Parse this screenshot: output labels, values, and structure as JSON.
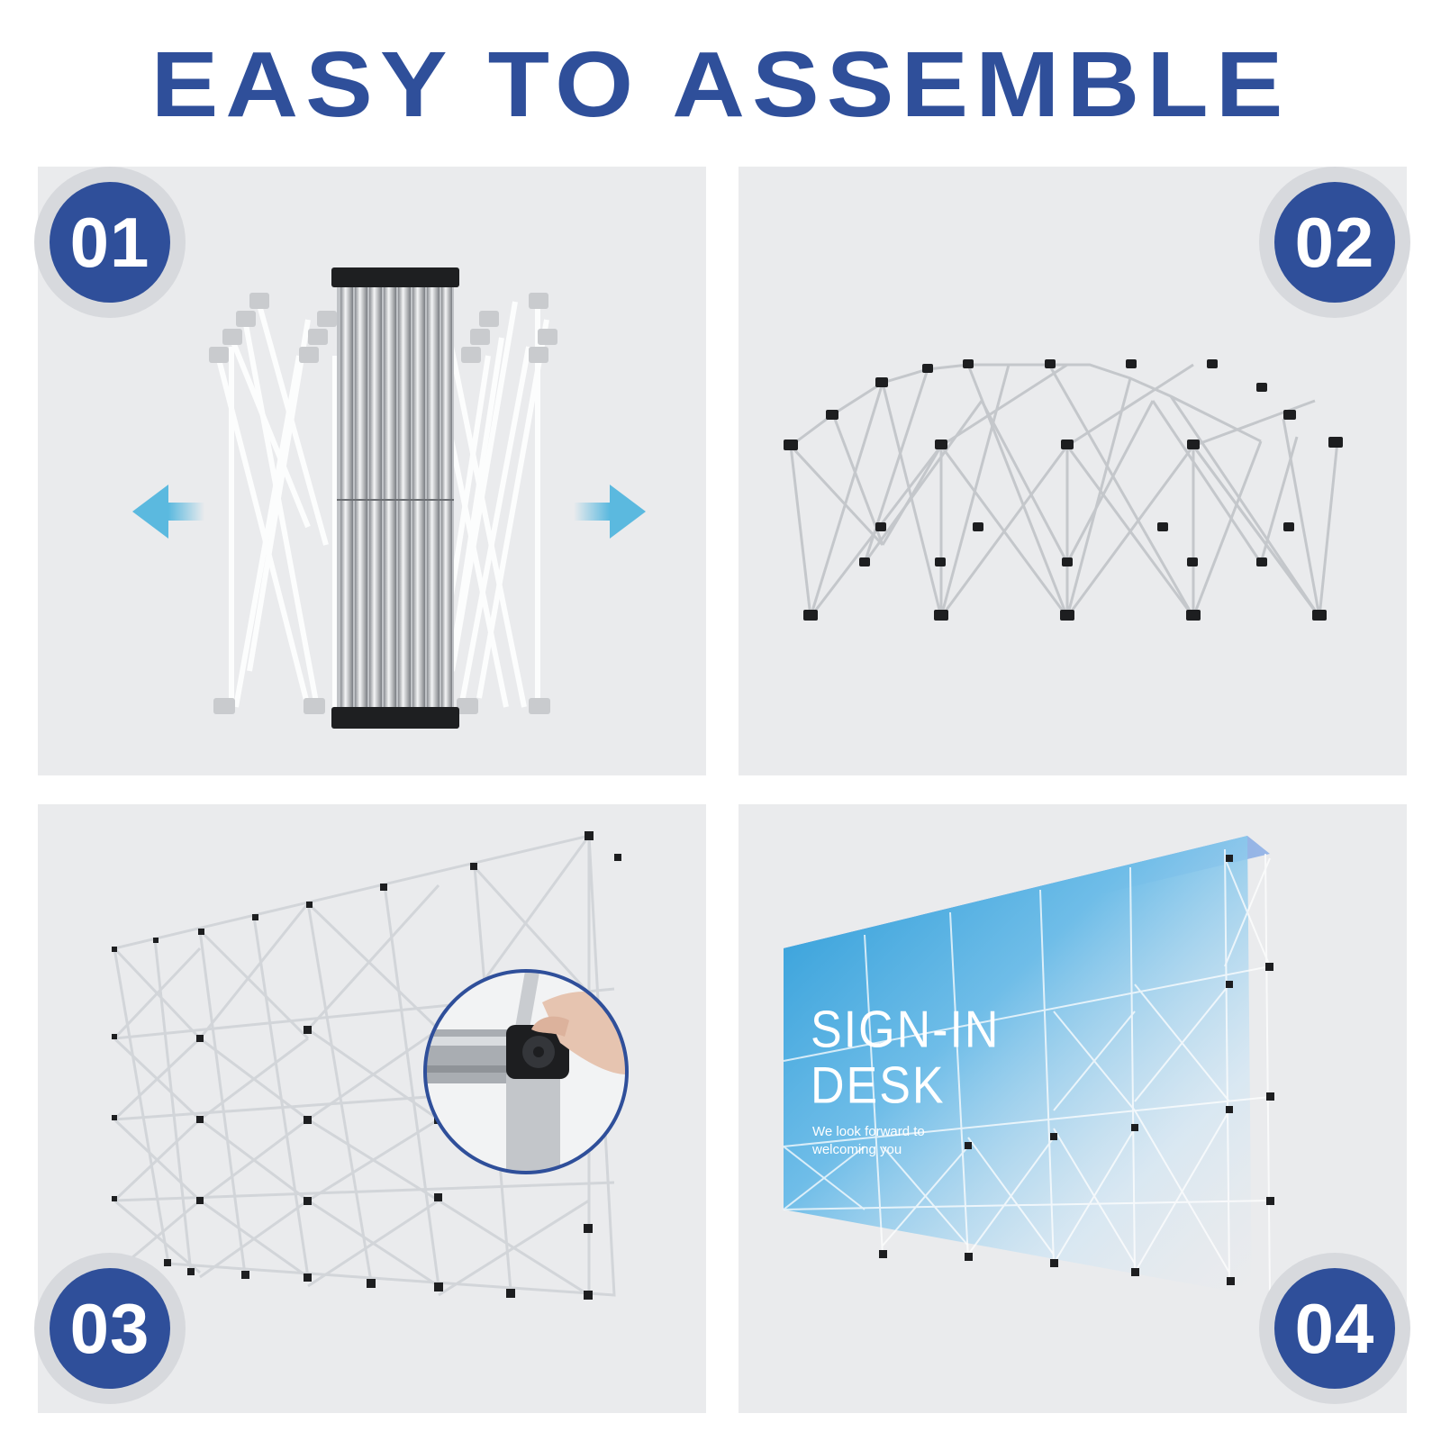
{
  "header": {
    "title": "EASY TO ASSEMBLE"
  },
  "steps": [
    {
      "number": "01"
    },
    {
      "number": "02"
    },
    {
      "number": "03"
    },
    {
      "number": "04"
    }
  ],
  "banner": {
    "title_line1": "SIGN-IN",
    "title_line2": "DESK",
    "subtitle": "We look forward to welcoming you"
  },
  "colors": {
    "brand_blue": "#2f4f9a",
    "panel_bg": "#eaebed",
    "badge_ring": "#d7d9dd",
    "arrow": "#5bb9df"
  },
  "icons": [
    "arrow-left-icon",
    "arrow-right-icon"
  ]
}
